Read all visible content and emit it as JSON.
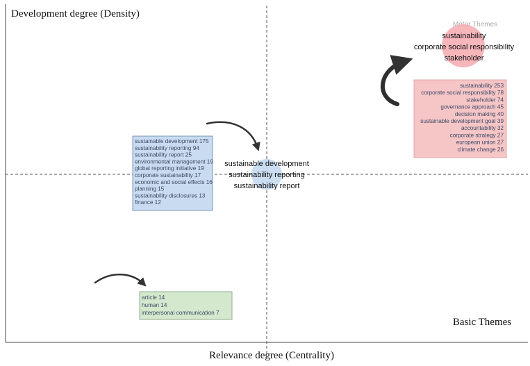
{
  "chart_data": {
    "type": "scatter",
    "title": "",
    "xlabel": "Relevance degree (Centrality)",
    "ylabel": "Development degree (Density)",
    "grid": false,
    "quadrant_labels": {
      "top_right": "Motor Themes",
      "bottom_right": "Basic Themes"
    },
    "clusters": [
      {
        "id": "motor",
        "quadrant": "top-right",
        "bubble_color": "#f4a9ae",
        "box_color": "#f6c5c6",
        "labels": [
          "sustainability",
          "corporate social responsibility",
          "stakeholder"
        ],
        "keywords": [
          {
            "term": "sustainability",
            "count": 253
          },
          {
            "term": "corporate social responsibility",
            "count": 78
          },
          {
            "term": "stakeholder",
            "count": 74
          },
          {
            "term": "governance approach",
            "count": 45
          },
          {
            "term": "decision making",
            "count": 40
          },
          {
            "term": "sustainable development goal",
            "count": 39
          },
          {
            "term": "accountability",
            "count": 32
          },
          {
            "term": "corporate strategy",
            "count": 27
          },
          {
            "term": "european union",
            "count": 27
          },
          {
            "term": "climate change",
            "count": 26
          }
        ]
      },
      {
        "id": "center",
        "quadrant": "center",
        "bubble_color": "#c4d9ef",
        "box_color": "#c9dbf0",
        "labels": [
          "sustainable development",
          "sustainability reporting",
          "sustainability report"
        ],
        "keywords": [
          {
            "term": "sustainable development",
            "count": 175
          },
          {
            "term": "sustainability reporting",
            "count": 94
          },
          {
            "term": "sustainability report",
            "count": 25
          },
          {
            "term": "environmental management",
            "count": 19
          },
          {
            "term": "global reporting initiative",
            "count": 19
          },
          {
            "term": "corporate sustainability",
            "count": 17
          },
          {
            "term": "economic and social effects",
            "count": 16
          },
          {
            "term": "planning",
            "count": 15
          },
          {
            "term": "sustainability disclosures",
            "count": 13
          },
          {
            "term": "finance",
            "count": 12
          }
        ]
      },
      {
        "id": "lower",
        "quadrant": "bottom-left",
        "bubble_color": "#ffffff",
        "box_color": "#d3e8cc",
        "labels": [],
        "keywords": [
          {
            "term": "article",
            "count": 14
          },
          {
            "term": "human",
            "count": 14
          },
          {
            "term": "interpersonal communication",
            "count": 7
          }
        ]
      }
    ]
  }
}
